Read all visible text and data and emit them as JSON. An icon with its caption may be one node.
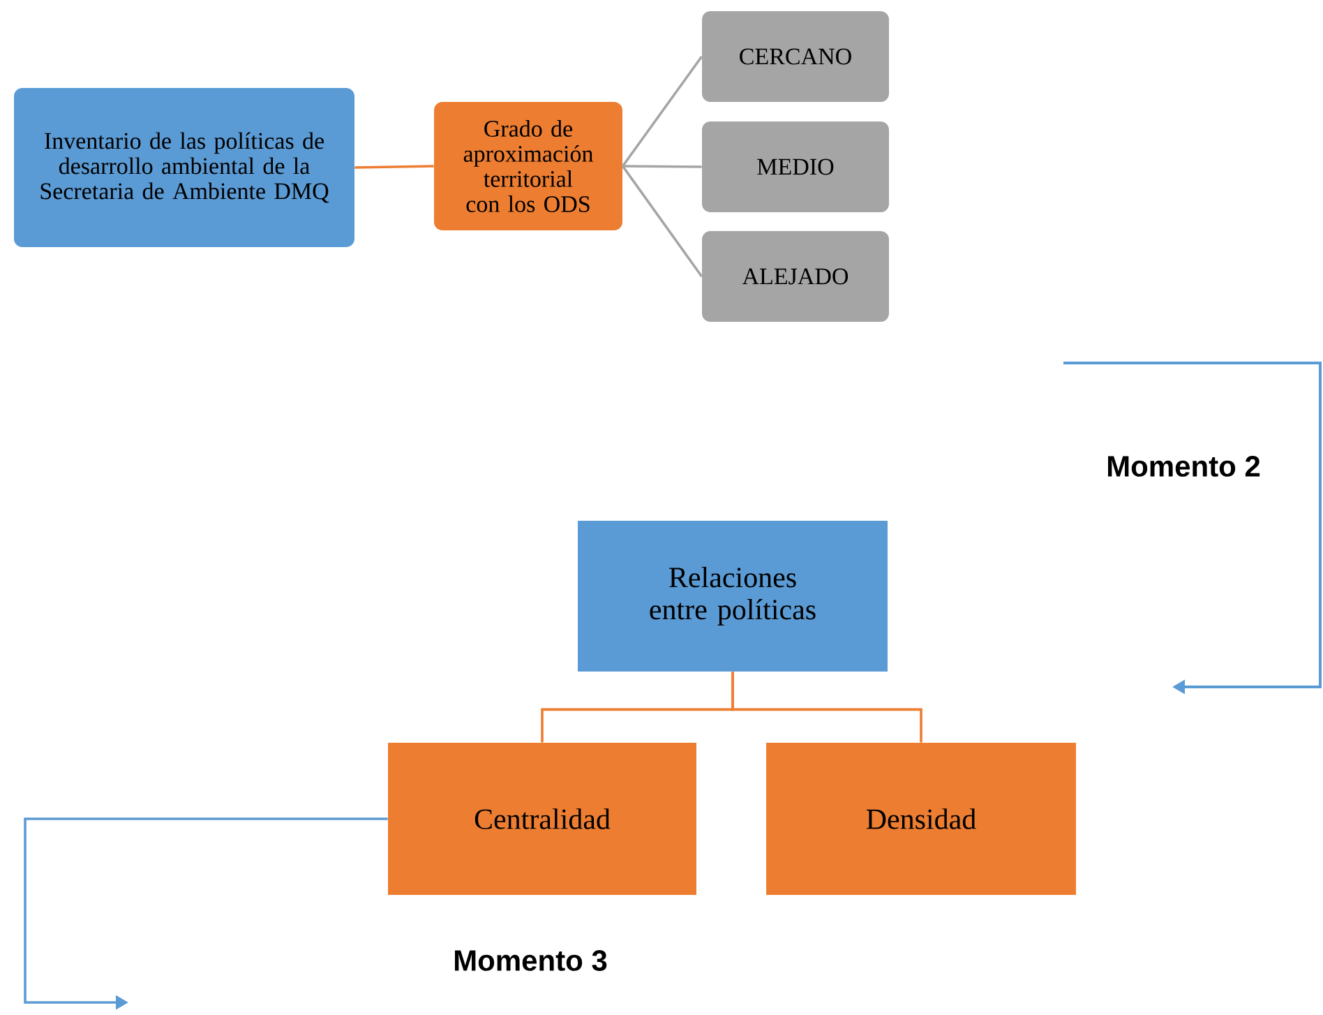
{
  "diagram": {
    "nodes": [
      {
        "text": [
          "Inventario de las políticas de desarrollo ambiental de la Secretaria de Ambiente DMQ"
        ]
      },
      {
        "text": [
          "Grado de aproximación territorial con los ODS"
        ]
      },
      {
        "text": [
          "CERCANO"
        ]
      },
      {
        "text": [
          "MEDIO"
        ]
      },
      {
        "text": [
          "ALEJADO"
        ]
      },
      {
        "text": [
          "Relaciones entre políticas"
        ]
      },
      {
        "text": [
          "Centralidad"
        ]
      },
      {
        "text": [
          "Densidad"
        ]
      }
    ],
    "edges": [
      {
        "from": 0,
        "to": 1,
        "arrow": "none",
        "color": "#ed7d31"
      },
      {
        "from": 1,
        "to": 2,
        "arrow": "none",
        "color": "#a5a5a5"
      },
      {
        "from": 1,
        "to": 3,
        "arrow": "none",
        "color": "#a5a5a5"
      },
      {
        "from": 1,
        "to": 4,
        "arrow": "none",
        "color": "#a5a5a5"
      },
      {
        "from": 5,
        "to": 6,
        "arrow": "none",
        "color": "#ed7d31"
      },
      {
        "from": 5,
        "to": 7,
        "arrow": "none",
        "color": "#ed7d31"
      },
      {
        "from": 6,
        "to": null,
        "arrow": "to",
        "color": "#5b9bd5"
      }
    ],
    "labels": [
      "Momento 2",
      "Momento 3"
    ]
  }
}
